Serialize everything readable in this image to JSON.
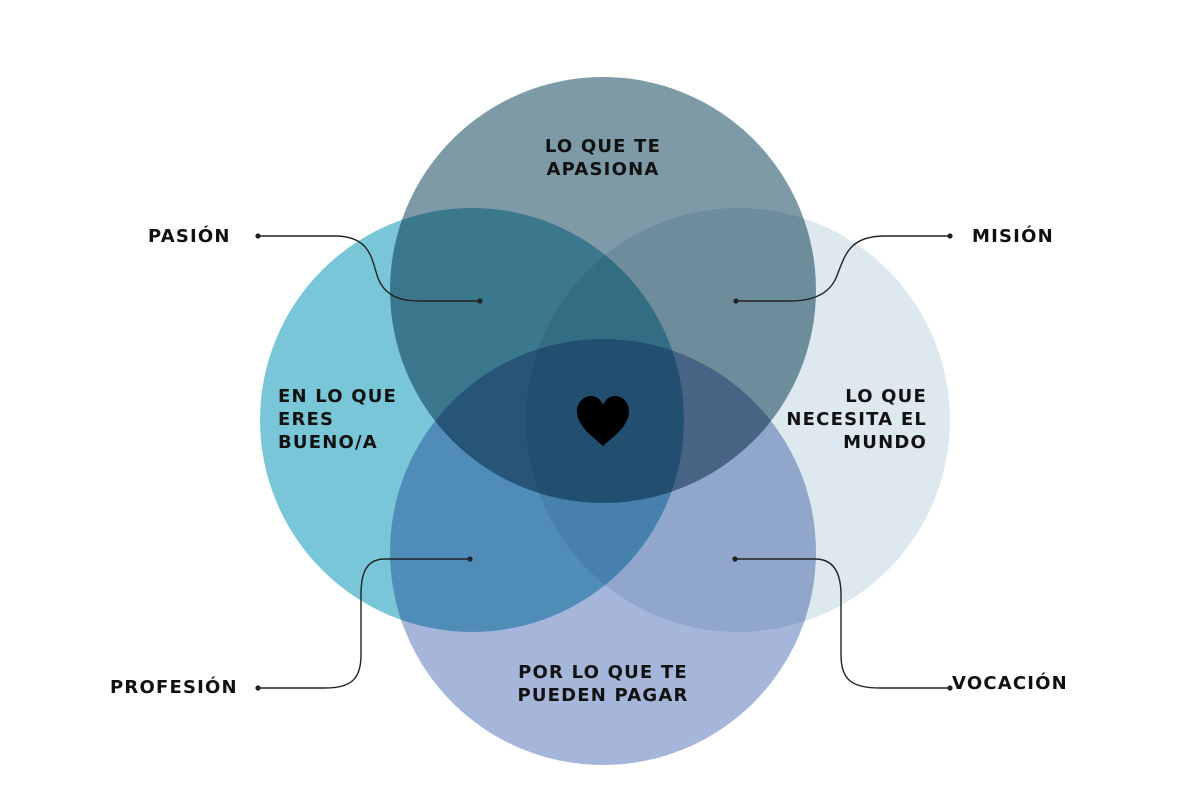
{
  "circles": {
    "top": {
      "lines": [
        "LO QUE TE",
        "APASIONA"
      ],
      "color": "#7E9AA6"
    },
    "left": {
      "lines": [
        "EN LO QUE",
        "ERES",
        "BUENO/A"
      ],
      "color": "#79C6D8"
    },
    "right": {
      "lines": [
        "LO QUE",
        "NECESITA EL",
        "MUNDO"
      ],
      "color": "#DDE9EE"
    },
    "bottom": {
      "lines": [
        "POR LO QUE TE",
        "PUEDEN PAGAR"
      ],
      "color": "#A6B6DA"
    }
  },
  "center_icon": "heart-icon",
  "side_labels": {
    "top_left": "PASIÓN",
    "top_right": "MISIÓN",
    "bottom_left": "PROFESIÓN",
    "bottom_right": "VOCACIÓN"
  }
}
